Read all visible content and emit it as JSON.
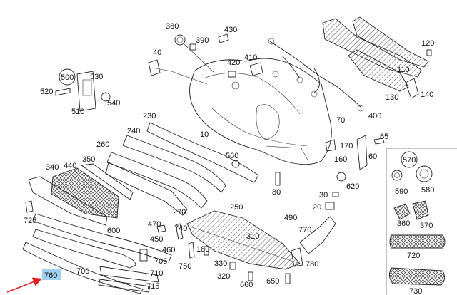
{
  "highlight": {
    "label": "760",
    "color": "#9fd0ee",
    "arrow_color": "#e02020"
  },
  "callouts": [
    {
      "id": "380",
      "label": "380"
    },
    {
      "id": "390",
      "label": "390"
    },
    {
      "id": "430",
      "label": "430"
    },
    {
      "id": "120",
      "label": "120"
    },
    {
      "id": "40",
      "label": "40"
    },
    {
      "id": "410",
      "label": "410"
    },
    {
      "id": "420",
      "label": "420"
    },
    {
      "id": "110",
      "label": "110"
    },
    {
      "id": "500",
      "label": "500"
    },
    {
      "id": "530",
      "label": "530"
    },
    {
      "id": "520",
      "label": "520"
    },
    {
      "id": "540",
      "label": "540"
    },
    {
      "id": "510",
      "label": "510"
    },
    {
      "id": "130",
      "label": "130"
    },
    {
      "id": "140",
      "label": "140"
    },
    {
      "id": "400",
      "label": "400"
    },
    {
      "id": "70",
      "label": "70"
    },
    {
      "id": "230",
      "label": "230"
    },
    {
      "id": "10",
      "label": "10"
    },
    {
      "id": "240",
      "label": "240"
    },
    {
      "id": "260",
      "label": "260"
    },
    {
      "id": "170",
      "label": "170"
    },
    {
      "id": "65",
      "label": "65"
    },
    {
      "id": "560",
      "label": "560"
    },
    {
      "id": "350",
      "label": "350"
    },
    {
      "id": "340",
      "label": "340"
    },
    {
      "id": "440",
      "label": "440"
    },
    {
      "id": "160",
      "label": "160"
    },
    {
      "id": "60",
      "label": "60"
    },
    {
      "id": "570",
      "label": "570"
    },
    {
      "id": "620",
      "label": "620"
    },
    {
      "id": "80",
      "label": "80"
    },
    {
      "id": "250",
      "label": "250"
    },
    {
      "id": "30",
      "label": "30"
    },
    {
      "id": "590",
      "label": "590"
    },
    {
      "id": "580",
      "label": "580"
    },
    {
      "id": "270",
      "label": "270"
    },
    {
      "id": "20",
      "label": "20"
    },
    {
      "id": "490",
      "label": "490"
    },
    {
      "id": "725",
      "label": "725"
    },
    {
      "id": "600",
      "label": "600"
    },
    {
      "id": "470",
      "label": "470"
    },
    {
      "id": "740",
      "label": "740"
    },
    {
      "id": "360",
      "label": "360"
    },
    {
      "id": "370",
      "label": "370"
    },
    {
      "id": "310",
      "label": "310"
    },
    {
      "id": "770",
      "label": "770"
    },
    {
      "id": "450",
      "label": "450"
    },
    {
      "id": "460",
      "label": "460"
    },
    {
      "id": "180",
      "label": "180"
    },
    {
      "id": "720",
      "label": "720"
    },
    {
      "id": "705",
      "label": "705"
    },
    {
      "id": "750",
      "label": "750"
    },
    {
      "id": "330",
      "label": "330"
    },
    {
      "id": "780",
      "label": "780"
    },
    {
      "id": "700",
      "label": "700"
    },
    {
      "id": "710",
      "label": "710"
    },
    {
      "id": "320",
      "label": "320"
    },
    {
      "id": "660",
      "label": "660"
    },
    {
      "id": "650",
      "label": "650"
    },
    {
      "id": "715",
      "label": "715"
    },
    {
      "id": "730",
      "label": "730"
    }
  ]
}
